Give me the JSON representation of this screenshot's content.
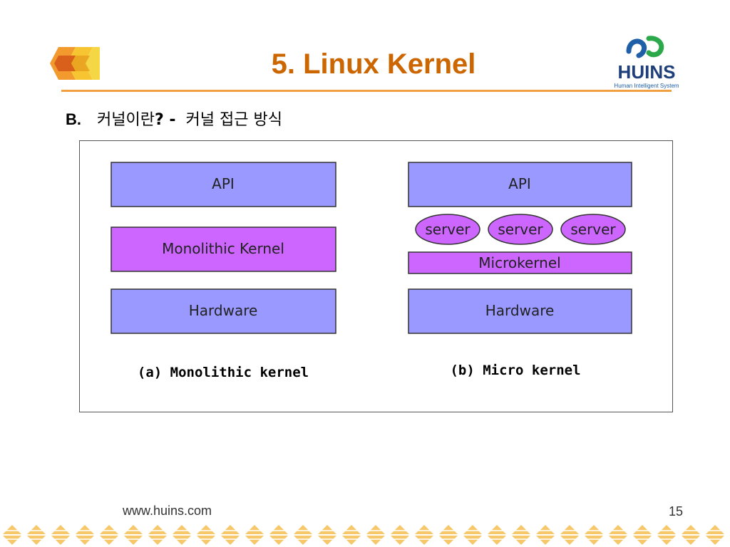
{
  "slide": {
    "title": "5. Linux Kernel",
    "subtitle": {
      "letter": "B.",
      "text_a": "커널이란",
      "question": "? -",
      "text_b": "커널 접근 방식"
    },
    "brand": {
      "name": "HUINS",
      "tagline": "Human Intelligent System"
    },
    "footer": {
      "url": "www.huins.com",
      "page": "15"
    }
  },
  "diagram": {
    "monolithic": {
      "api": "API",
      "kernel": "Monolithic Kernel",
      "hardware": "Hardware",
      "caption": "(a) Monolithic kernel"
    },
    "micro": {
      "api": "API",
      "servers": [
        "server",
        "server",
        "server"
      ],
      "kernel": "Microkernel",
      "hardware": "Hardware",
      "caption": "(b) Micro kernel"
    },
    "colors": {
      "layer_blue": "#9999ff",
      "layer_violet": "#cc66ff",
      "server_fill": "#cc66ff"
    }
  },
  "colors": {
    "title": "#cc6600",
    "rule": "#f0a040",
    "brand_blue": "#1f5fa8",
    "brand_green": "#2aa84a"
  }
}
